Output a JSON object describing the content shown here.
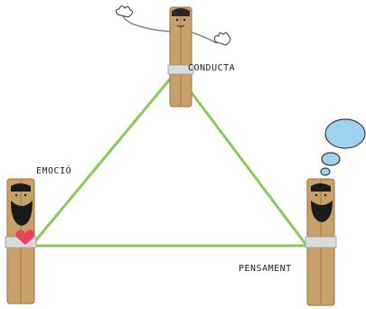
{
  "labels": {
    "top": "CONDUCTA",
    "left": "EMOCIÓ",
    "right": "PENSAMENT"
  },
  "colors": {
    "string": "#8cc95a",
    "wood": "#c9a06a",
    "wood_dark": "#9c7340",
    "skin_outline": "#333333",
    "beard": "#1a1a1a",
    "heart": "#e8455a",
    "bubble": "#9fd2ee",
    "bubble_outline": "#3a3a3a"
  }
}
